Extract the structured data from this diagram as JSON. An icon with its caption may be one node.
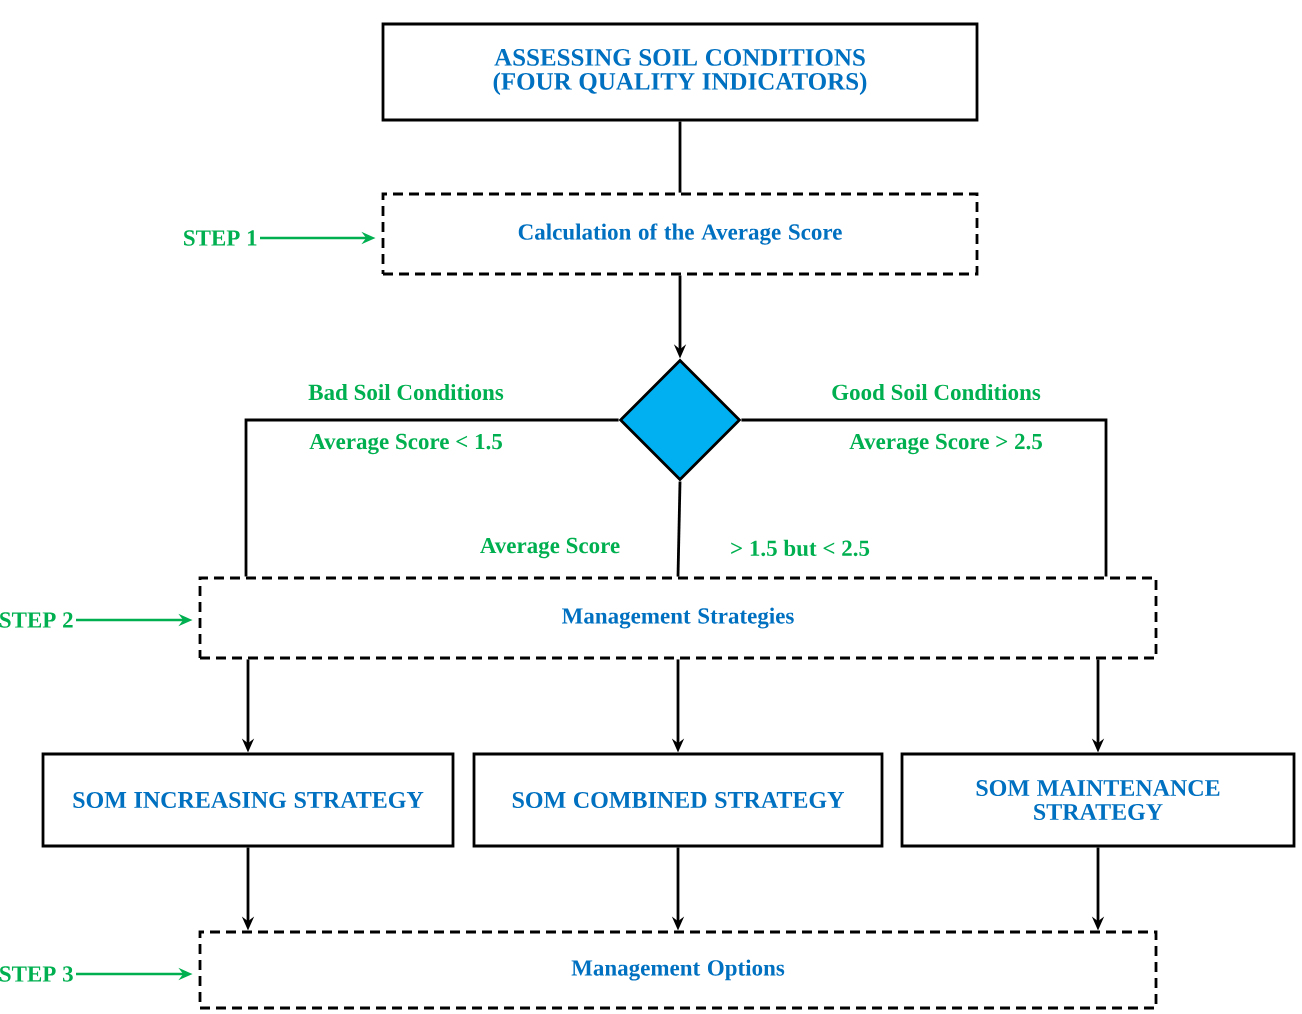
{
  "diagram": {
    "nodes": [
      {
        "text": [
          "ASSESSING SOIL CONDITIONS (FOUR QUALITY INDICATORS)"
        ]
      },
      {
        "text": [
          "Calculation of the Average Score"
        ]
      },
      {
        "text": [],
        "shape": "diamond"
      },
      {
        "text": [
          "Management Strategies"
        ]
      },
      {
        "text": [
          "SOM INCREASING STRATEGY"
        ]
      },
      {
        "text": [
          "SOM COMBINED STRATEGY"
        ]
      },
      {
        "text": [
          "SOM MAINTENANCE STRATEGY"
        ]
      },
      {
        "text": [
          "Management Options"
        ]
      },
      {
        "text": [
          "STEP 1"
        ]
      },
      {
        "text": [
          "STEP 2"
        ]
      },
      {
        "text": [
          "STEP 3"
        ]
      }
    ],
    "edges": [
      {
        "from": 0,
        "to": 1,
        "arrow": "none"
      },
      {
        "from": 1,
        "to": 2,
        "arrow": "to"
      },
      {
        "from": 2,
        "to": 3,
        "arrow": "none",
        "label": "Bad Soil Conditions"
      },
      {
        "from": 2,
        "to": 3,
        "arrow": "none"
      },
      {
        "from": 2,
        "to": 3,
        "arrow": "none",
        "label": "Good Soil Conditions"
      },
      {
        "from": 3,
        "to": 4,
        "arrow": "to"
      },
      {
        "from": 3,
        "to": 5,
        "arrow": "to"
      },
      {
        "from": 3,
        "to": 6,
        "arrow": "to"
      },
      {
        "from": 4,
        "to": 7,
        "arrow": "to"
      },
      {
        "from": 5,
        "to": 7,
        "arrow": "to"
      },
      {
        "from": 6,
        "to": 7,
        "arrow": "to"
      },
      {
        "from": 8,
        "to": 1,
        "arrow": "to",
        "color": "#00b050"
      },
      {
        "from": 9,
        "to": 3,
        "arrow": "to",
        "color": "#00b050"
      },
      {
        "from": 10,
        "to": 7,
        "arrow": "to",
        "color": "#00b050"
      }
    ],
    "labels": [
      "Average Score < 1.5",
      "Average Score > 2.5",
      "Average Score",
      "> 1.5 but < 2.5"
    ]
  }
}
